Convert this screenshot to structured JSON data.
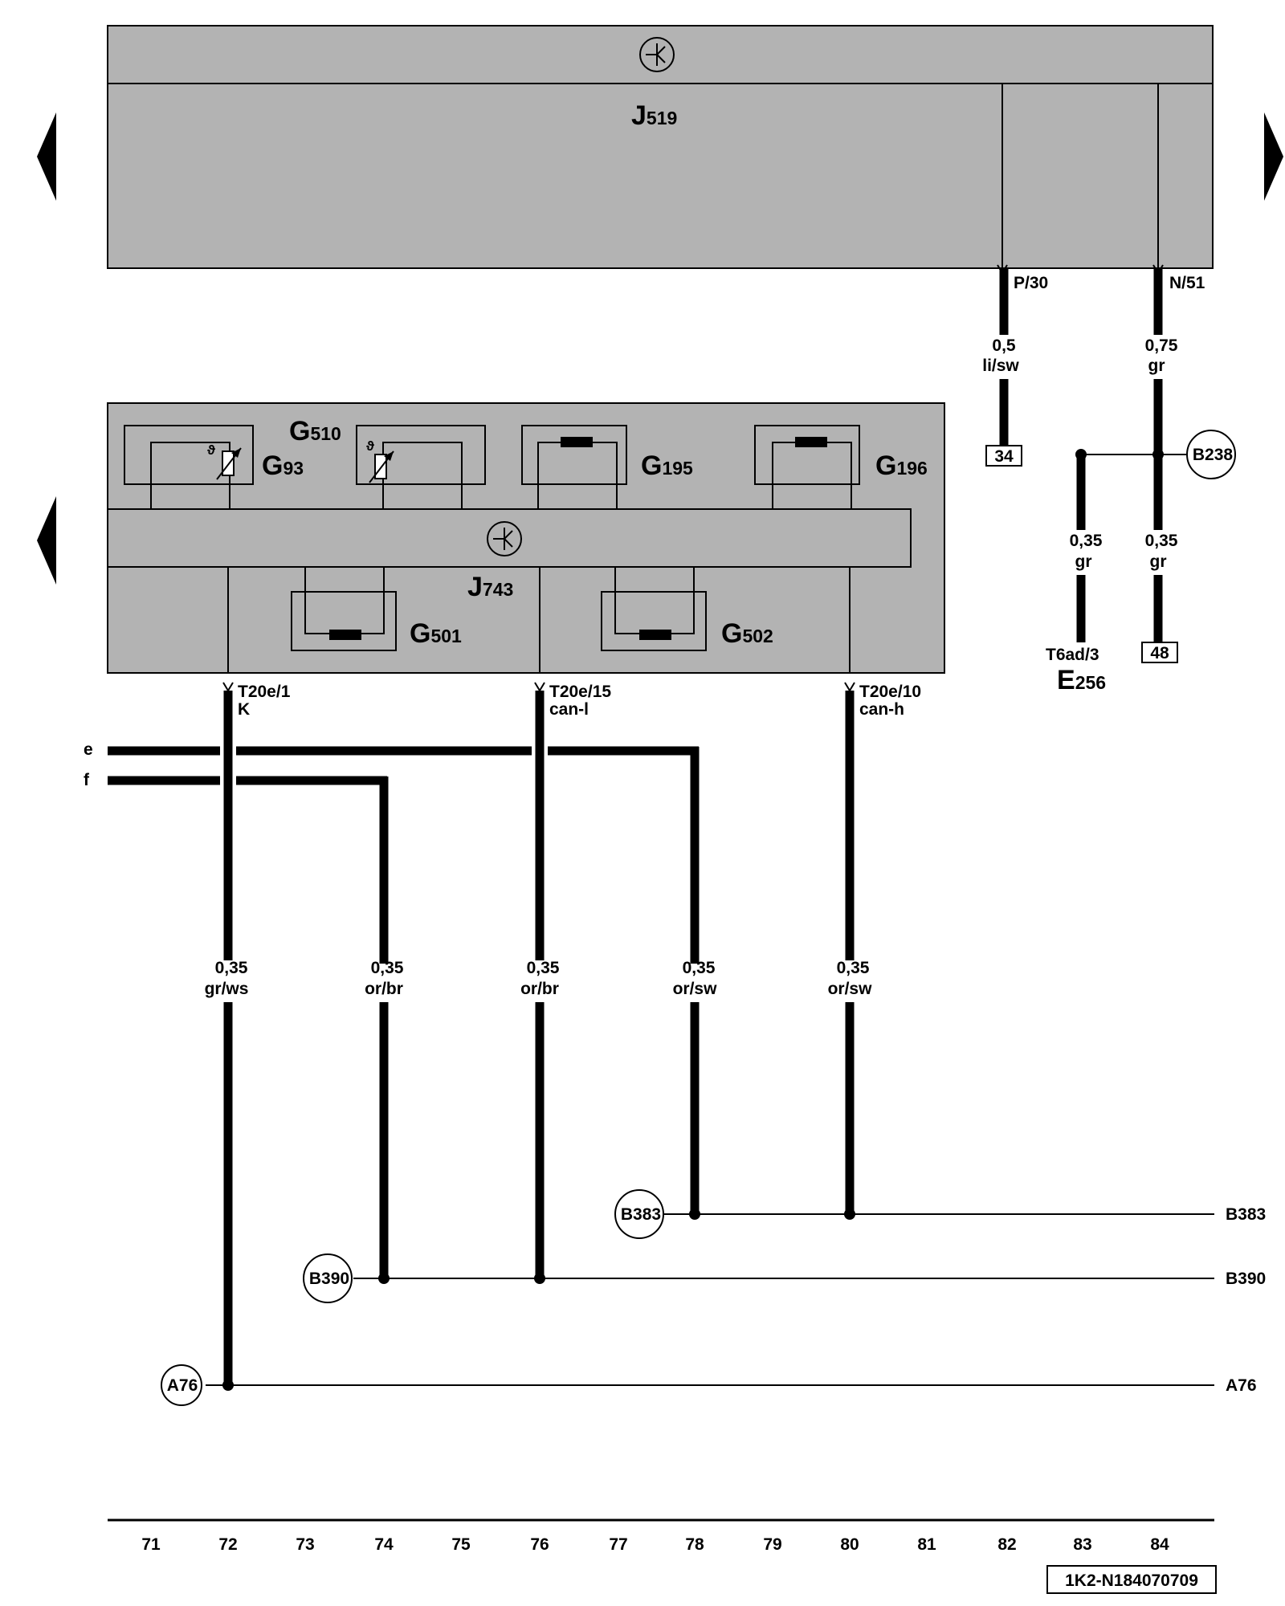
{
  "components": {
    "J519": {
      "letter": "J",
      "number": "519"
    },
    "J743": {
      "letter": "J",
      "number": "743"
    },
    "G510": {
      "letter": "G",
      "number": "510"
    },
    "G93": {
      "letter": "G",
      "number": "93"
    },
    "G195": {
      "letter": "G",
      "number": "195"
    },
    "G196": {
      "letter": "G",
      "number": "196"
    },
    "G501": {
      "letter": "G",
      "number": "501"
    },
    "G502": {
      "letter": "G",
      "number": "502"
    },
    "E256": {
      "letter": "E",
      "number": "256"
    }
  },
  "pins": {
    "p30": "P/30",
    "n51": "N/51",
    "t20e1": "T20e/1",
    "t20e1_sig": "K",
    "t20e15": "T20e/15",
    "t20e15_sig": "can-l",
    "t20e10": "T20e/10",
    "t20e10_sig": "can-h",
    "t6ad3": "T6ad/3"
  },
  "wires": [
    {
      "id": "w82",
      "size": "0,5",
      "color": "li/sw"
    },
    {
      "id": "w84",
      "size": "0,75",
      "color": "gr"
    },
    {
      "id": "w83b",
      "size": "0,35",
      "color": "gr"
    },
    {
      "id": "w84b",
      "size": "0,35",
      "color": "gr"
    },
    {
      "id": "w72",
      "size": "0,35",
      "color": "gr/ws"
    },
    {
      "id": "w74",
      "size": "0,35",
      "color": "or/br"
    },
    {
      "id": "w76",
      "size": "0,35",
      "color": "or/br"
    },
    {
      "id": "w78",
      "size": "0,35",
      "color": "or/sw"
    },
    {
      "id": "w80",
      "size": "0,35",
      "color": "or/sw"
    }
  ],
  "refs": {
    "r34": "34",
    "r48": "48"
  },
  "connectors": {
    "B238": "B238",
    "B383": "B383",
    "B390": "B390",
    "A76": "A76"
  },
  "lines": {
    "B383": "B383",
    "B390": "B390",
    "A76": "A76",
    "e": "e",
    "f": "f"
  },
  "tracks": [
    "71",
    "72",
    "73",
    "74",
    "75",
    "76",
    "77",
    "78",
    "79",
    "80",
    "81",
    "82",
    "83",
    "84"
  ],
  "code": "1K2-N184070709"
}
